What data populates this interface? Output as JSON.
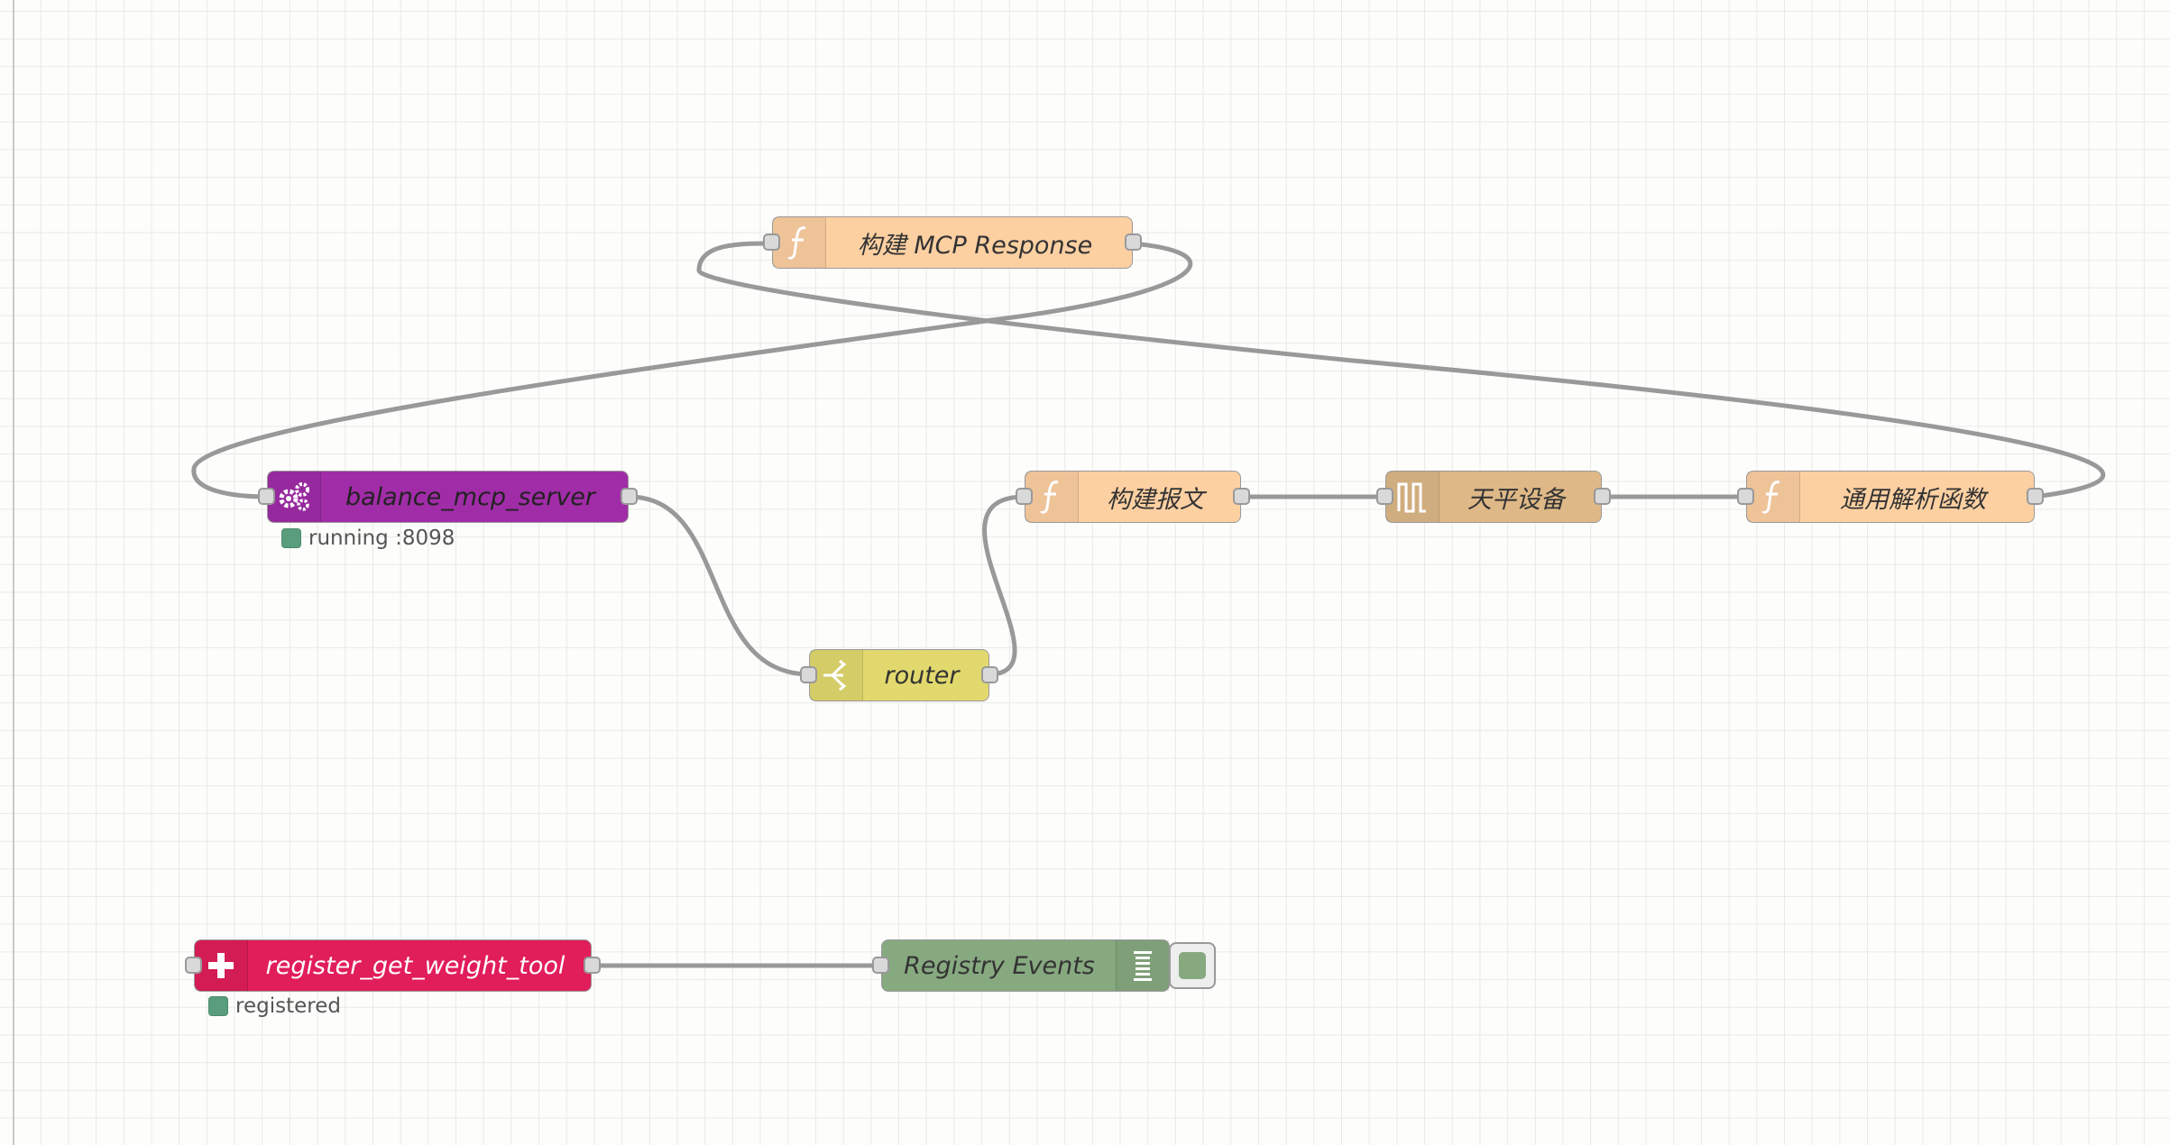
{
  "colors": {
    "function": "#fdd0a2",
    "mcp_server": "#a12ca8",
    "switch": "#e2d96e",
    "device": "#deb887",
    "register": "#e11d5a",
    "debug": "#87a980",
    "wire": "#999999",
    "status_ok": "#5a9d7c"
  },
  "nodes": {
    "build_mcp_response": {
      "label": "构建 MCP Response",
      "icon": "function-icon"
    },
    "balance_mcp_server": {
      "label": "balance_mcp_server",
      "icon": "gears-icon",
      "status": "running :8098"
    },
    "router": {
      "label": "router",
      "icon": "switch-icon"
    },
    "build_message": {
      "label": "构建报文",
      "icon": "function-icon"
    },
    "scale_device": {
      "label": "天平设备",
      "icon": "serial-icon"
    },
    "parse_function": {
      "label": "通用解析函数",
      "icon": "function-icon"
    },
    "register_tool": {
      "label": "register_get_weight_tool",
      "icon": "plus-icon",
      "status": "registered"
    },
    "registry_events": {
      "label": "Registry Events",
      "icon": "debug-list-icon"
    }
  }
}
